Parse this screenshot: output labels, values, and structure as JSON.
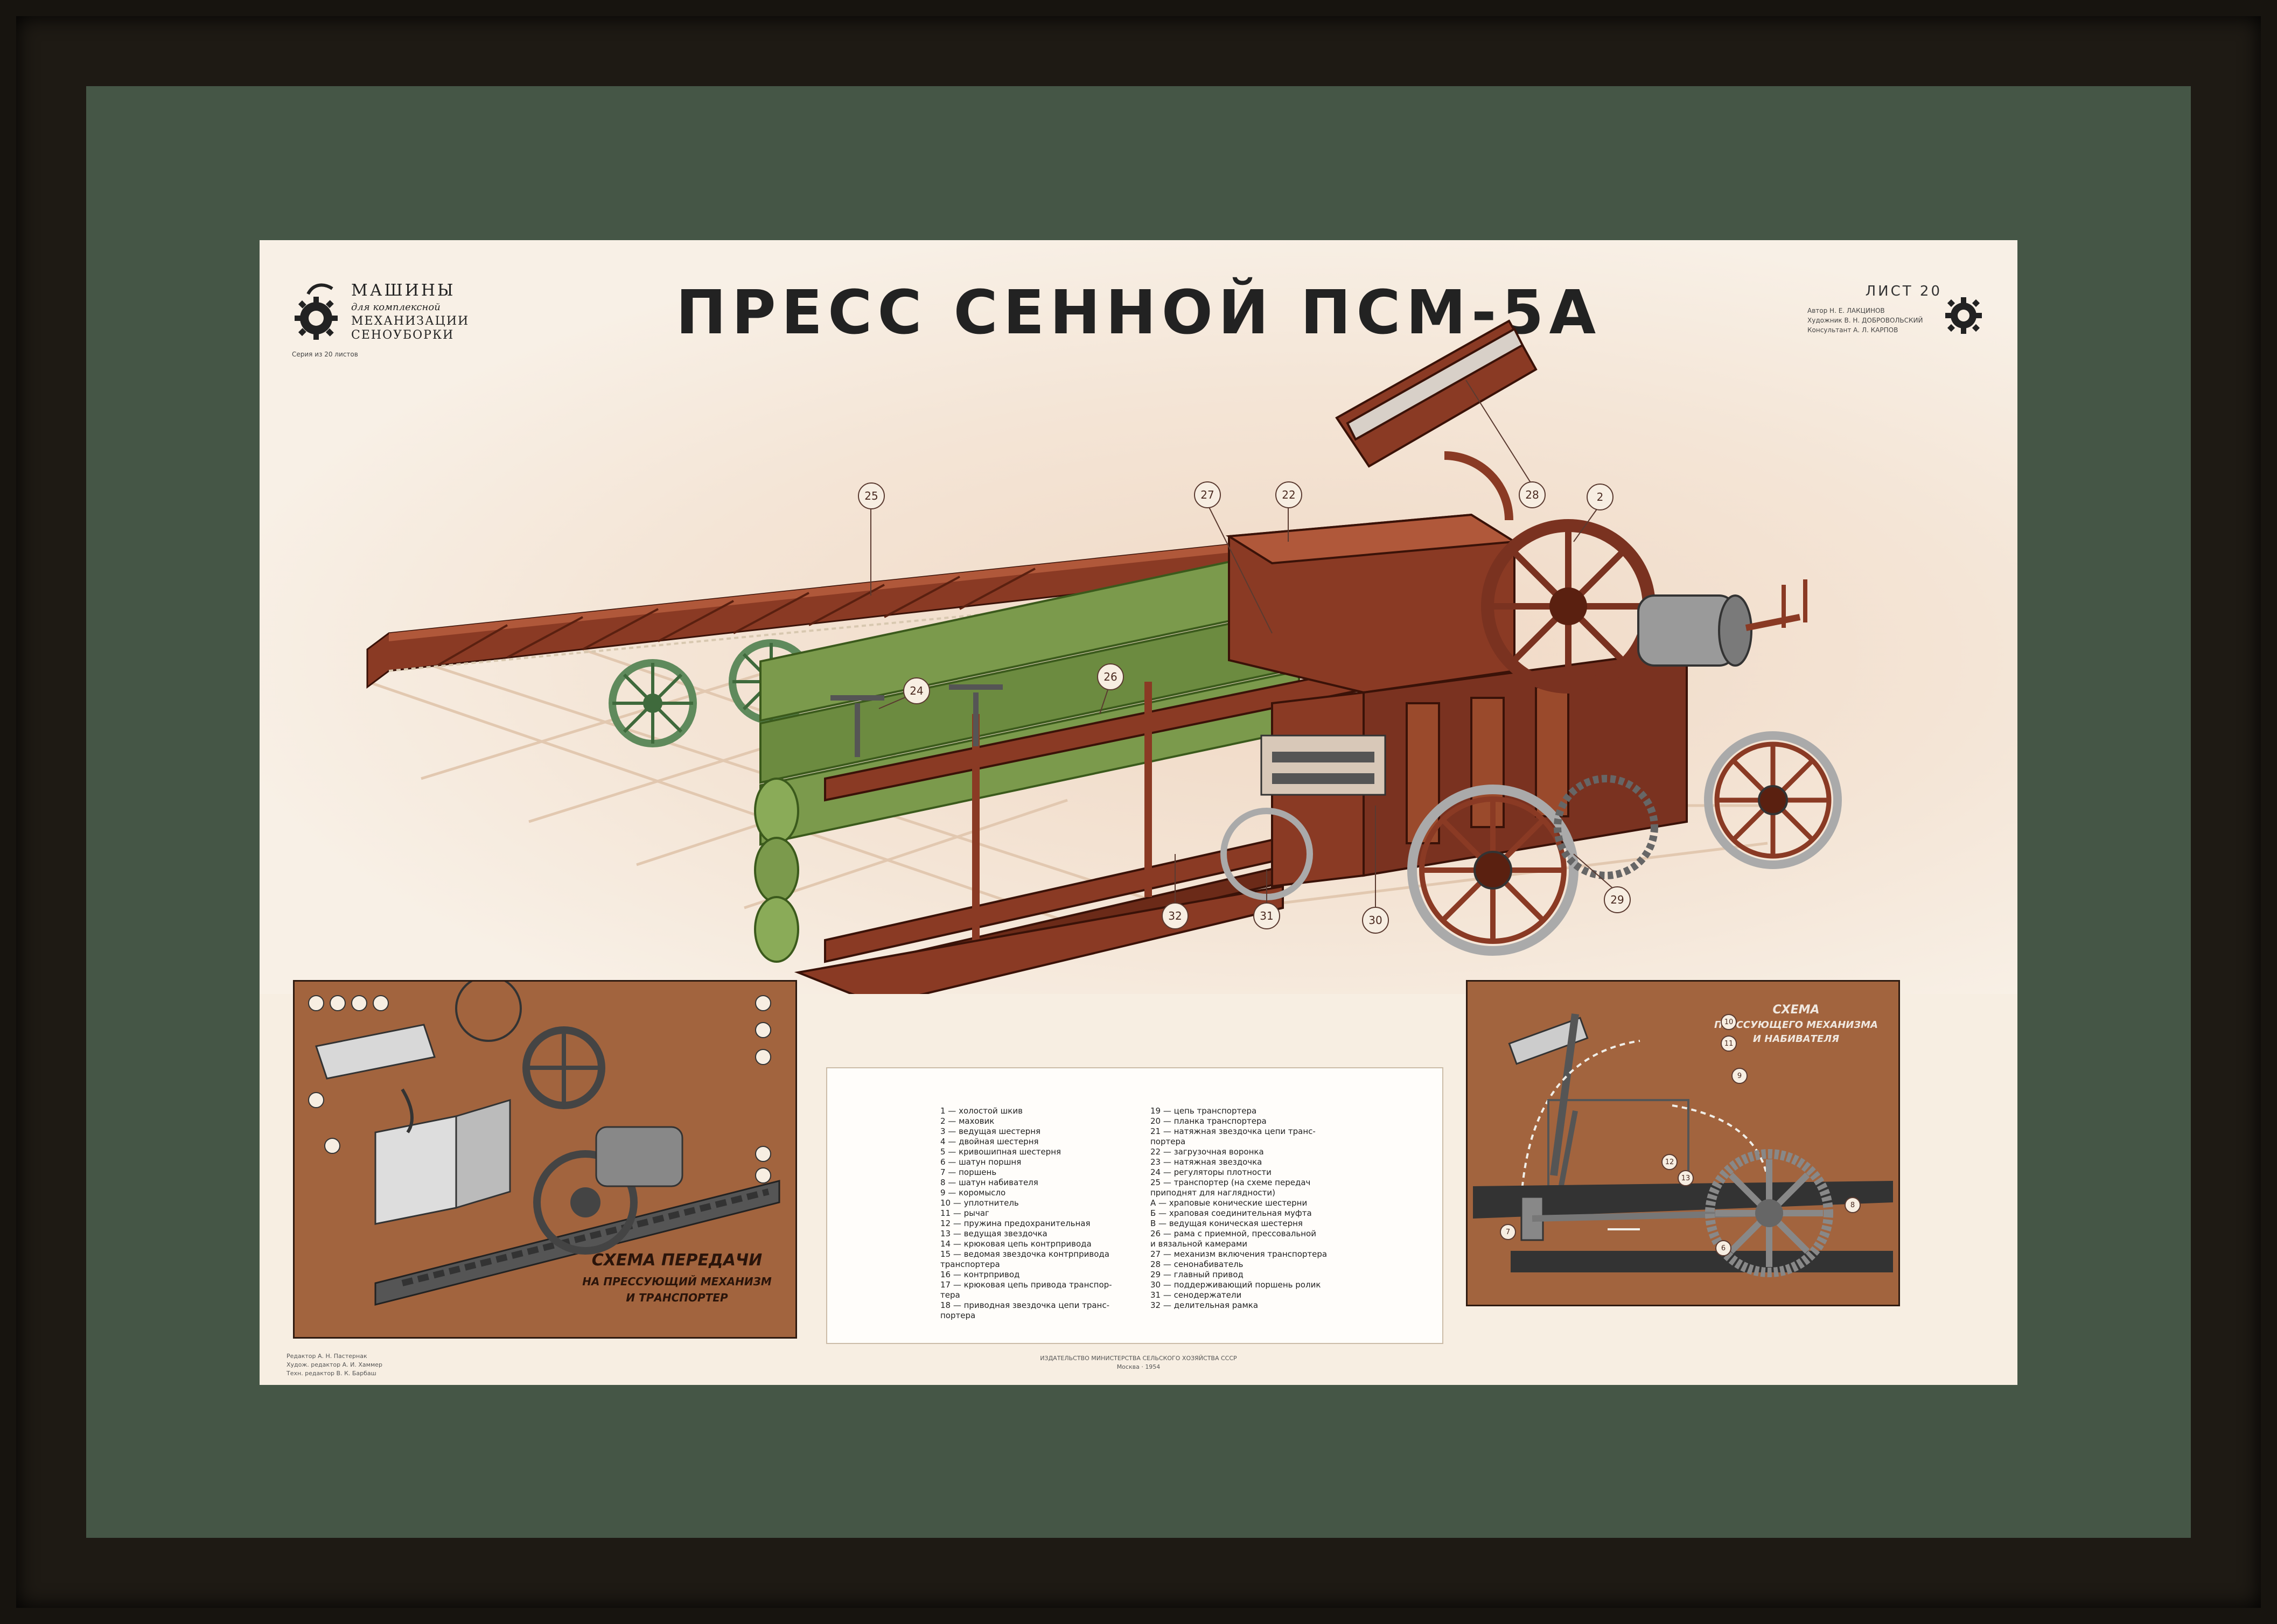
{
  "poster": {
    "title": "ПРЕСС СЕННОЙ ПСМ-5А",
    "series": {
      "line1": "МАШИНЫ",
      "line2": "для комплексной",
      "line3": "МЕХАНИЗАЦИИ",
      "line4": "СЕНОУБОРКИ",
      "note": "Серия из 20 листов"
    },
    "sheet": "ЛИСТ 20",
    "credits": [
      "Автор Н. Е. ЛАКЦИНОВ",
      "Художник В. Н. ДОБРОВОЛЬСКИЙ",
      "Консультант А. Л. КАРПОВ"
    ],
    "callouts": [
      "25",
      "27",
      "22",
      "28",
      "2",
      "24",
      "26",
      "32",
      "31",
      "30",
      "29"
    ],
    "panel_left": {
      "title_line1": "СХЕМА ПЕРЕДАЧИ",
      "title_line2": "НА ПРЕССУЮЩИЙ МЕХАНИЗМ",
      "title_line3": "И ТРАНСПОРТЕР"
    },
    "panel_right": {
      "title_line1": "СХЕМА",
      "title_line2": "ПРЕССУЮЩЕГО МЕХАНИЗМА",
      "title_line3": "И НАБИВАТЕЛЯ",
      "labels": [
        "10",
        "11",
        "9",
        "12",
        "13",
        "8",
        "7",
        "6"
      ]
    },
    "legend": {
      "col1": [
        "1 — холостой шкив",
        "2 — маховик",
        "3 — ведущая шестерня",
        "4 — двойная шестерня",
        "5 — кривошипная шестерня",
        "6 — шатун поршня",
        "7 — поршень",
        "8 — шатун набивателя",
        "9 — коромысло",
        "10 — уплотнитель",
        "11 — рычаг",
        "12 — пружина предохранительная",
        "13 — ведущая звездочка",
        "14 — крюковая цепь контрпривода",
        "15 — ведомая звездочка контрпривода",
        "транспортера",
        "16 — контрпривод",
        "17 — крюковая цепь привода транспор-",
        "тера",
        "18 — приводная звездочка цепи транс-",
        "портера"
      ],
      "col2": [
        "19 — цепь транспортера",
        "20 — планка транспортера",
        "21 — натяжная звездочка цепи транс-",
        "портера",
        "22 — загрузочная воронка",
        "23 — натяжная звездочка",
        "24 — регуляторы плотности",
        "25 — транспортер (на схеме передач",
        "приподнят для наглядности)",
        "А — храповые конические шестерни",
        "Б — храповая соединительная муфта",
        "В — ведущая коническая шестерня",
        "26 — рама с приемной, прессовальной",
        "и вязальной камерами",
        "27 — механизм включения транспортера",
        "28 — сенонабиватель",
        "29 — главный привод",
        "30 — поддерживающий поршень ролик",
        "31 — сенодержатели",
        "32 — делительная рамка"
      ]
    },
    "footer": {
      "editors": [
        "Редактор А. Н. Пастернак",
        "Худож. редактор А. И. Хаммер",
        "Техн. редактор В. К. Барбаш"
      ],
      "publisher_line1": "ИЗДАТЕЛЬСТВО МИНИСТЕРСТВА СЕЛЬСКОГО ХОЗЯЙСТВА СССР",
      "publisher_line2": "Москва · 1954"
    }
  },
  "colors": {
    "frame": "#17140f",
    "mat": "#455646",
    "paper": "#f7eee2",
    "machine_red": "#8a3a24",
    "hay_green": "#7b9a4c",
    "panel_brown": "#a2643e",
    "wheel_green": "#5f8a5c"
  }
}
